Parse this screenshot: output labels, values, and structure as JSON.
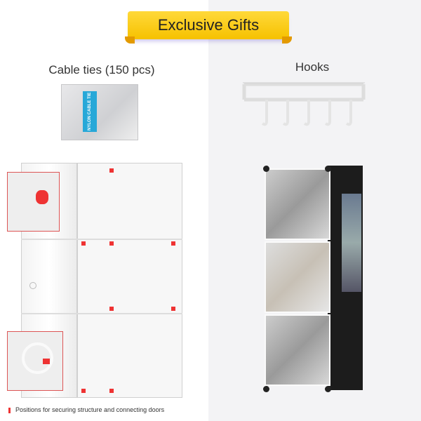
{
  "banner": {
    "title": "Exclusive Gifts",
    "color": "#f9c908"
  },
  "gifts": [
    {
      "label": "Cable ties (150 pcs)",
      "product_label": "NYLON CABLE TIE"
    },
    {
      "label": "Hooks"
    }
  ],
  "footnote": {
    "text": "Positions for securing structure and connecting doors",
    "marker_color": "#e33333"
  },
  "background": {
    "left": "#ffffff",
    "right": "#f3f3f5"
  }
}
